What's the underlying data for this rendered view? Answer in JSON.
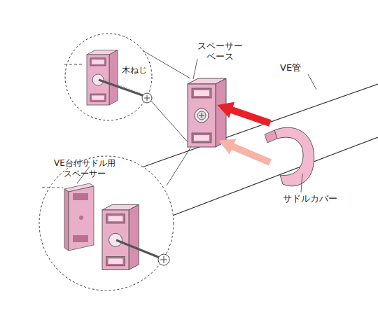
{
  "diagram": {
    "nodes": [
      {
        "text": [
          "木ねじ"
        ]
      },
      {
        "text": [
          "VE台付サドル用 スペーサー"
        ]
      }
    ],
    "labels": [
      "スペーサー ベース",
      "VE管",
      "サドルカバー"
    ]
  }
}
